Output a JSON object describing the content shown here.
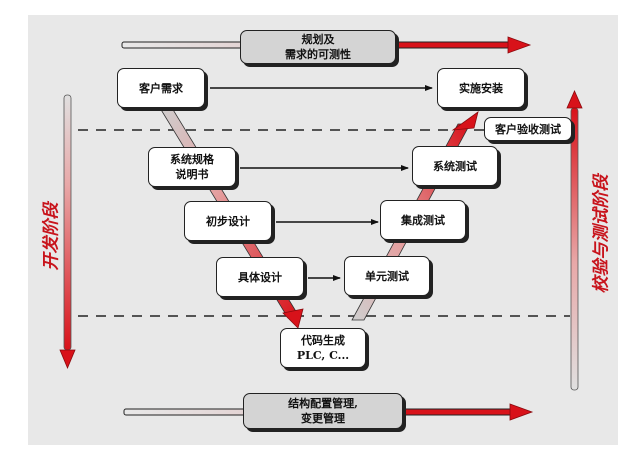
{
  "diagram": {
    "type": "V-model",
    "colors": {
      "accent_red": "#d8121a",
      "background": "#e8e8e8",
      "box_fill": "#ffffff",
      "banner_fill": "#d4d4d4",
      "outline": "#222222"
    },
    "top_banner": {
      "line1": "规划及",
      "line2": "需求的可测性"
    },
    "bottom_banner": {
      "line1": "结构配置管理,",
      "line2": "变更管理"
    },
    "left_axis_label": "开发阶段",
    "right_axis_label": "校验与测试阶段",
    "left_branch": [
      {
        "id": "customer-requirements",
        "lines": [
          "客户需求"
        ]
      },
      {
        "id": "system-spec",
        "lines": [
          "系统规格",
          "说明书"
        ]
      },
      {
        "id": "preliminary-design",
        "lines": [
          "初步设计"
        ]
      },
      {
        "id": "detailed-design",
        "lines": [
          "具体设计"
        ]
      }
    ],
    "bottom_node": {
      "id": "code-generation",
      "lines": [
        "代码生成",
        "PLC, C..."
      ]
    },
    "right_branch": [
      {
        "id": "unit-test",
        "lines": [
          "单元测试"
        ]
      },
      {
        "id": "integration-test",
        "lines": [
          "集成测试"
        ]
      },
      {
        "id": "system-test",
        "lines": [
          "系统测试"
        ]
      },
      {
        "id": "customer-acceptance-test",
        "lines": [
          "客户验收测试"
        ]
      },
      {
        "id": "implementation-installation",
        "lines": [
          "实施安装"
        ]
      }
    ],
    "connections": [
      {
        "from": "customer-requirements",
        "to": "implementation-installation"
      },
      {
        "from": "system-spec",
        "to": "system-test"
      },
      {
        "from": "preliminary-design",
        "to": "integration-test"
      },
      {
        "from": "detailed-design",
        "to": "unit-test"
      }
    ]
  }
}
